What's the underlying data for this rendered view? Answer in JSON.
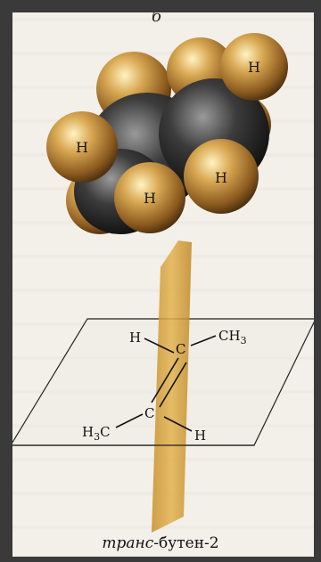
{
  "figure": {
    "panel_label": "б",
    "hydrogen_label": "H",
    "structure": {
      "top_left": "H",
      "top_right": "CH3",
      "left_carbon": "C",
      "bottom_left": "H3C",
      "bottom_carbon": "C",
      "bottom_right": "H"
    },
    "caption_italic": "транс",
    "caption_rest": "-бутен-2"
  }
}
